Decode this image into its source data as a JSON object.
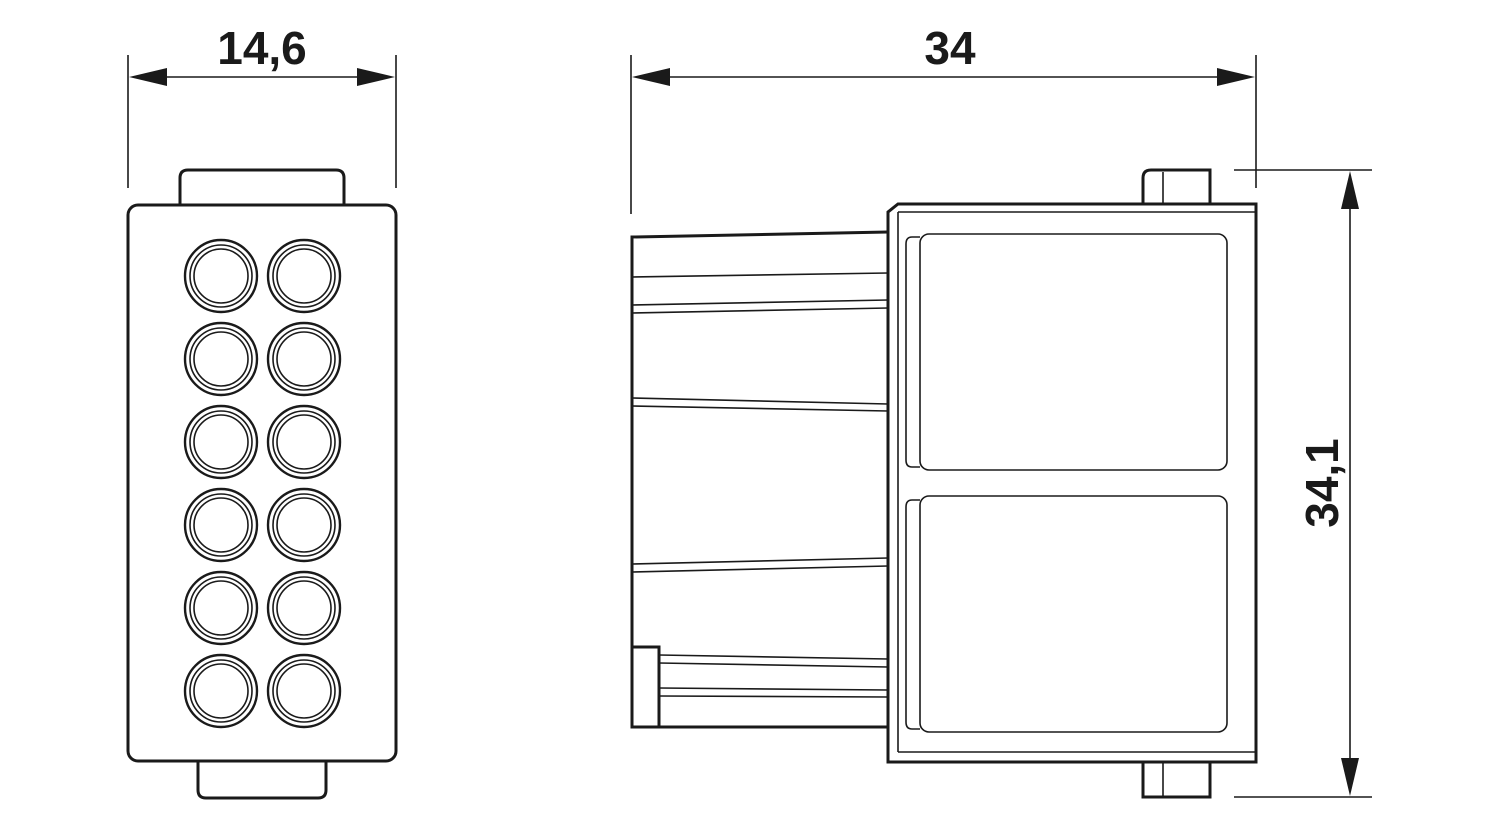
{
  "dimensions": {
    "front_width": "14,6",
    "side_length": "34",
    "side_height": "34,1"
  },
  "connector": {
    "contact_rows": 6,
    "contact_columns": 2
  },
  "colors": {
    "line": "#1a1a1a",
    "background": "#ffffff"
  }
}
